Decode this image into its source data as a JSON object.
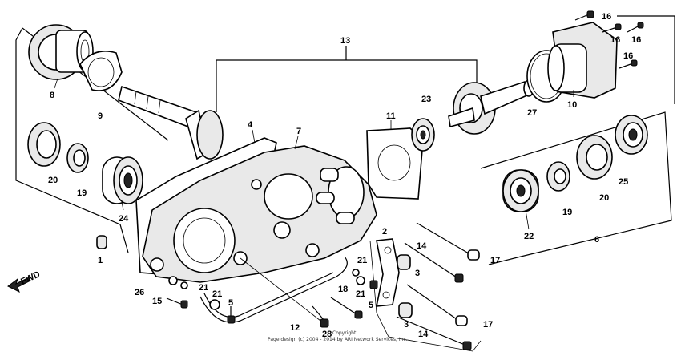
{
  "direction_label": "FWD",
  "copyright_line1": "Copyright",
  "copyright_line2": "Page design (c) 2004 - 2014 by ARI Network Services, Inc.",
  "callouts": {
    "c1": "1",
    "c2": "2",
    "c3a": "3",
    "c3b": "3",
    "c4": "4",
    "c5a": "5",
    "c5b": "5",
    "c6": "6",
    "c7": "7",
    "c8": "8",
    "c9": "9",
    "c10": "10",
    "c11": "11",
    "c12": "12",
    "c13": "13",
    "c14a": "14",
    "c14b": "14",
    "c15": "15",
    "c16a": "16",
    "c16b": "16",
    "c16c": "16",
    "c16d": "16",
    "c17a": "17",
    "c17b": "17",
    "c18": "18",
    "c19a": "19",
    "c19b": "19",
    "c20a": "20",
    "c20b": "20",
    "c21a": "21",
    "c21b": "21",
    "c21c": "21",
    "c21d": "21",
    "c22": "22",
    "c23": "23",
    "c24": "24",
    "c25": "25",
    "c26": "26",
    "c27": "27",
    "c28": "28"
  }
}
